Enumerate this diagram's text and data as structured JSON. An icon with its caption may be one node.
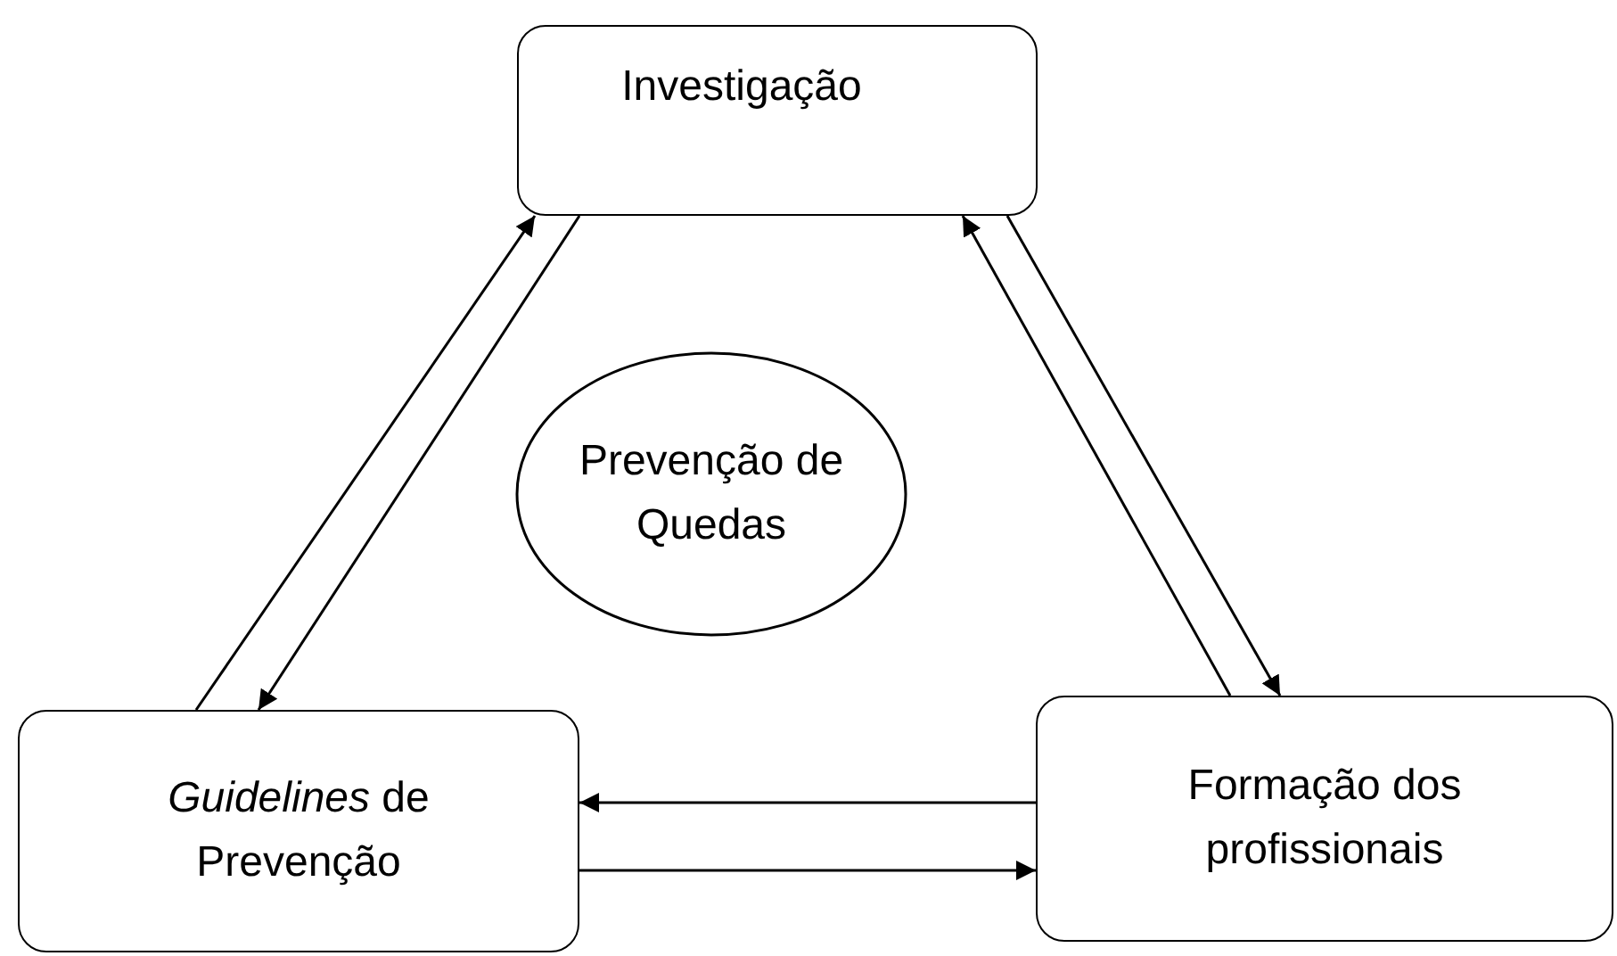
{
  "diagram": {
    "nodes": [
      {
        "text": [
          "Investigação"
        ]
      },
      {
        "text": [
          "Prevenção de Quedas"
        ]
      },
      {
        "text": [
          "*Guidelines* de Prevenção"
        ]
      },
      {
        "text": [
          "Formação dos profissionais"
        ]
      }
    ],
    "edges": [
      {
        "from": 2,
        "to": 0,
        "arrow": "to"
      },
      {
        "from": 0,
        "to": 2,
        "arrow": "to"
      },
      {
        "from": 3,
        "to": 0,
        "arrow": "to"
      },
      {
        "from": 0,
        "to": 3,
        "arrow": "to"
      },
      {
        "from": 3,
        "to": 2,
        "arrow": "to"
      },
      {
        "from": 2,
        "to": 3,
        "arrow": "to"
      }
    ]
  }
}
